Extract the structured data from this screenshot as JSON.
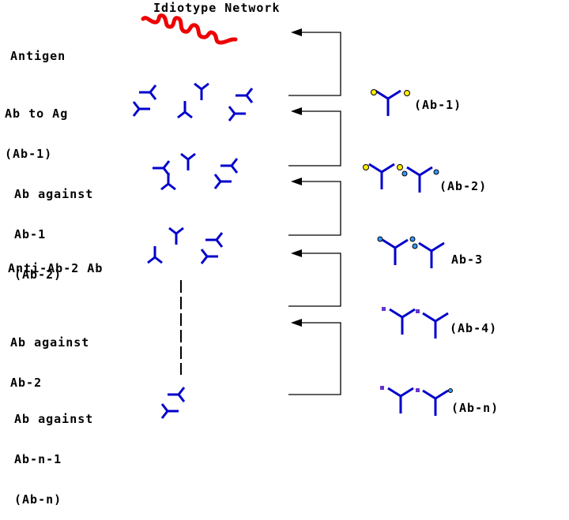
{
  "title": "Idiotype Network",
  "left_labels": [
    {
      "lines": [
        "Antigen"
      ]
    },
    {
      "lines": [
        "Ab to Ag",
        "(Ab-1)"
      ]
    },
    {
      "lines": [
        "Ab against",
        "Ab-1",
        "(Ab-2)"
      ]
    },
    {
      "lines": [
        "Anti-Ab-2 Ab"
      ]
    },
    {
      "lines": [
        "Ab against",
        "Ab-2"
      ]
    },
    {
      "lines": [
        "Ab against",
        "Ab-n-1",
        "(Ab-n)"
      ]
    }
  ],
  "right_labels": [
    "(Ab-1)",
    "(Ab-2)",
    "Ab-3",
    "(Ab-4)",
    "(Ab-n)"
  ],
  "colors": {
    "antibody": "#0000cc",
    "antigen": "#ee0000",
    "idiotope_yellow": "#ffee00",
    "idiotope_blue": "#3399ff",
    "idiotope_purple": "#6633cc",
    "connector": "#000000"
  }
}
